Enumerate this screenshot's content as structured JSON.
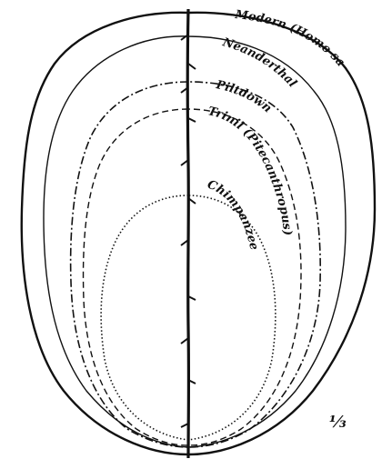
{
  "figure": {
    "labels": {
      "modern": "Modern (Homo sapiens)",
      "neanderthal": "Neanderthal",
      "piltdown": "Piltdown",
      "trinil": "Trinil (Pitecanthropus)",
      "chimpanzee": "Chimpanzee"
    },
    "scale": "⅓"
  }
}
